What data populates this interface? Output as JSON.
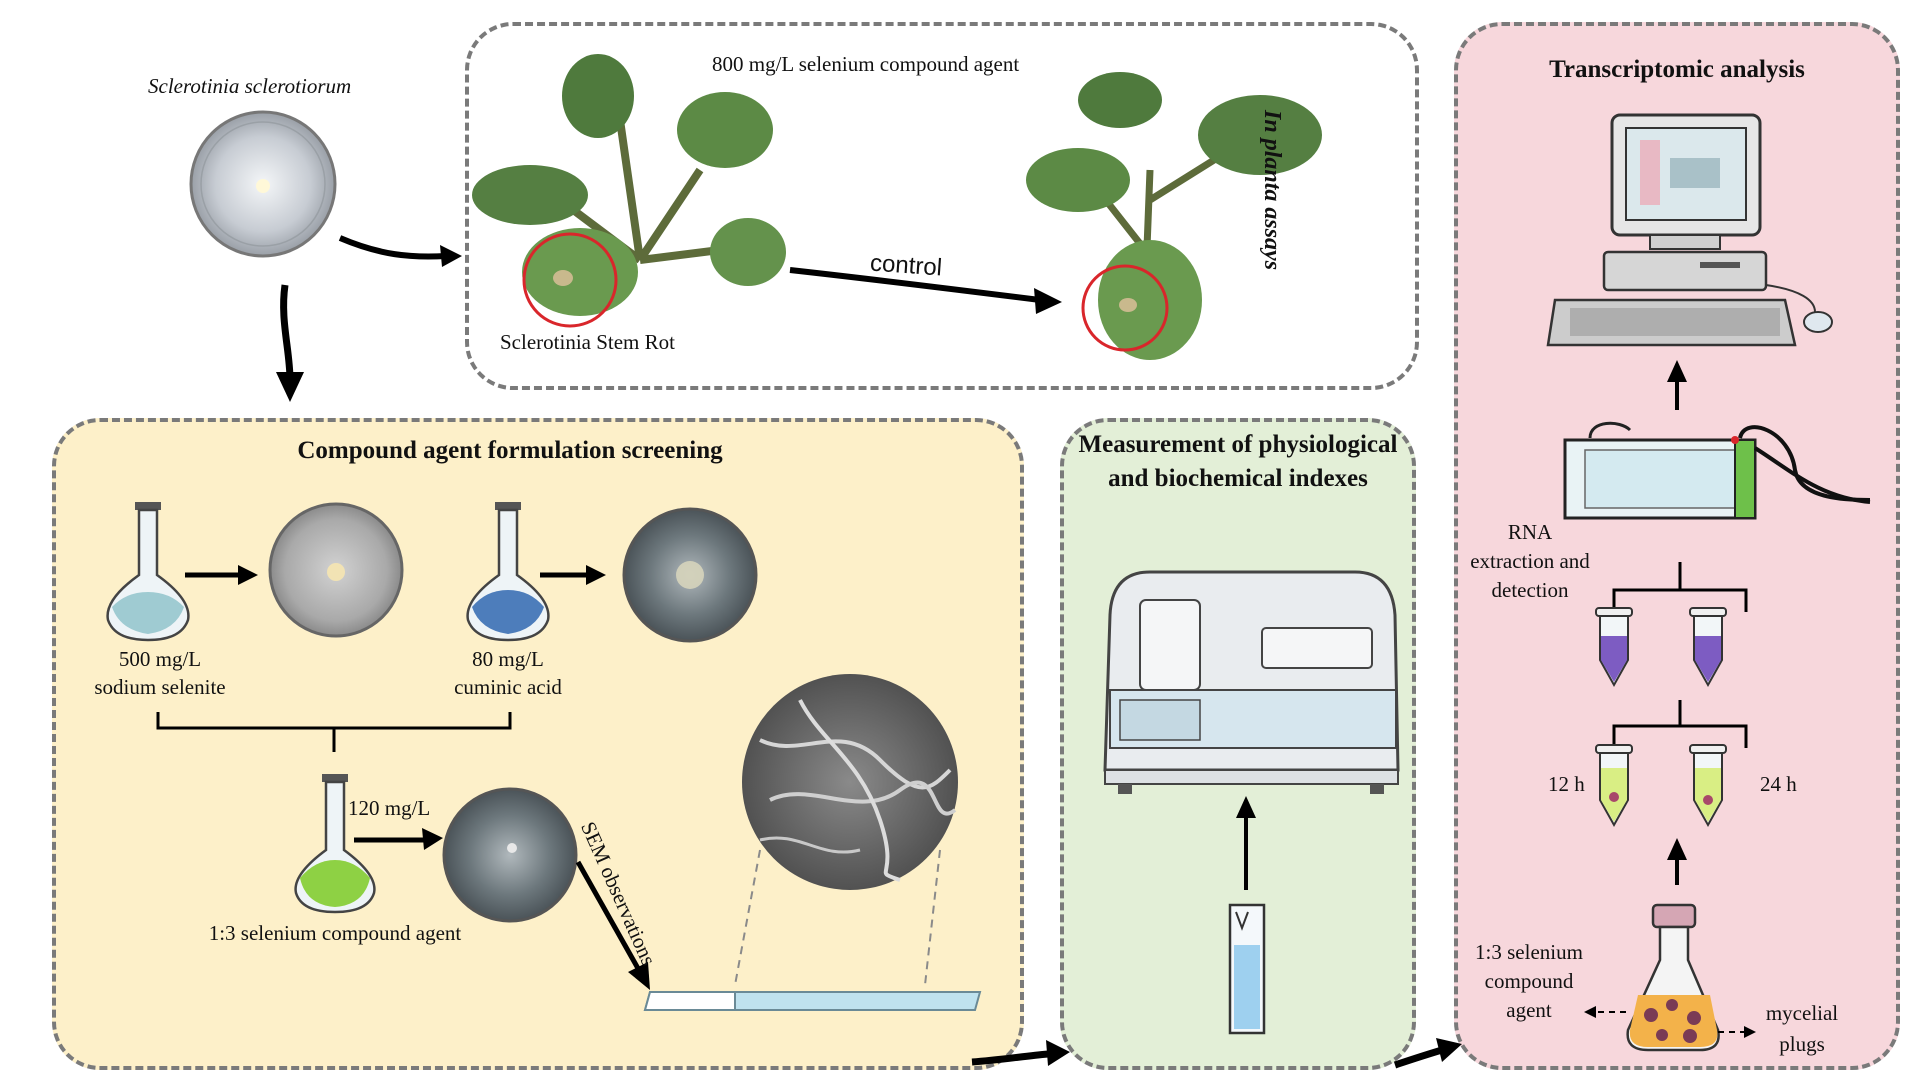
{
  "pathogen": {
    "species": "Sclerotinia sclerotiorum"
  },
  "planta": {
    "agent_label": "800 mg/L selenium compound agent",
    "disease_label": "Sclerotinia Stem Rot",
    "control_label": "control",
    "section_label": "In planta assays"
  },
  "screening": {
    "title": "Compound agent formulation screening",
    "flask1": {
      "conc": "500 mg/L",
      "name": "sodium selenite"
    },
    "flask2": {
      "conc": "80 mg/L",
      "name": "cuminic acid"
    },
    "combo": {
      "conc": "120 mg/L",
      "name": "1:3 selenium compound agent"
    },
    "sem_label": "SEM observations"
  },
  "measurement": {
    "title": "Measurement of physiological and biochemical indexes"
  },
  "transcriptomic": {
    "title": "Transcriptomic analysis",
    "rna_label": "RNA extraction and detection",
    "time1": "12 h",
    "time2": "24 h",
    "agent_label": "1:3 selenium compound agent",
    "plugs_label": "mycelial plugs"
  },
  "colors": {
    "panel_yellow": "#fdf0c9",
    "panel_green": "#e3efd7",
    "panel_pink": "#f7d7dc",
    "border_gray": "#7a7a7a",
    "lesion_red": "#d9262b"
  }
}
